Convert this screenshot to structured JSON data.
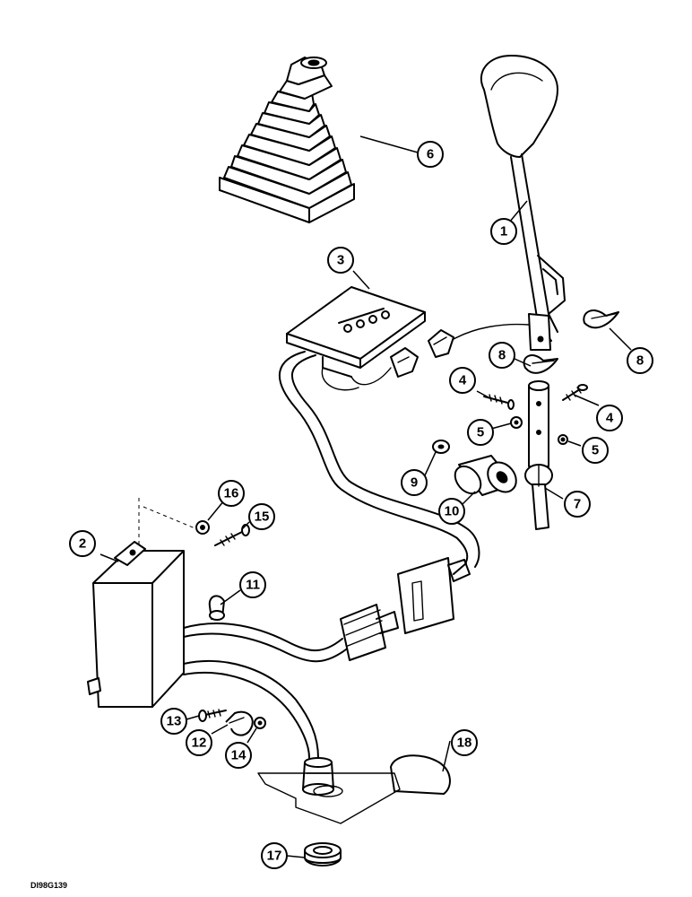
{
  "drawing_code": "DI98G139",
  "callouts": [
    {
      "label": "1"
    },
    {
      "label": "2"
    },
    {
      "label": "3"
    },
    {
      "label": "4"
    },
    {
      "label": "4"
    },
    {
      "label": "5"
    },
    {
      "label": "5"
    },
    {
      "label": "6"
    },
    {
      "label": "7"
    },
    {
      "label": "8"
    },
    {
      "label": "8"
    },
    {
      "label": "9"
    },
    {
      "label": "10"
    },
    {
      "label": "11"
    },
    {
      "label": "12"
    },
    {
      "label": "13"
    },
    {
      "label": "14"
    },
    {
      "label": "15"
    },
    {
      "label": "16"
    },
    {
      "label": "17"
    },
    {
      "label": "18"
    }
  ]
}
